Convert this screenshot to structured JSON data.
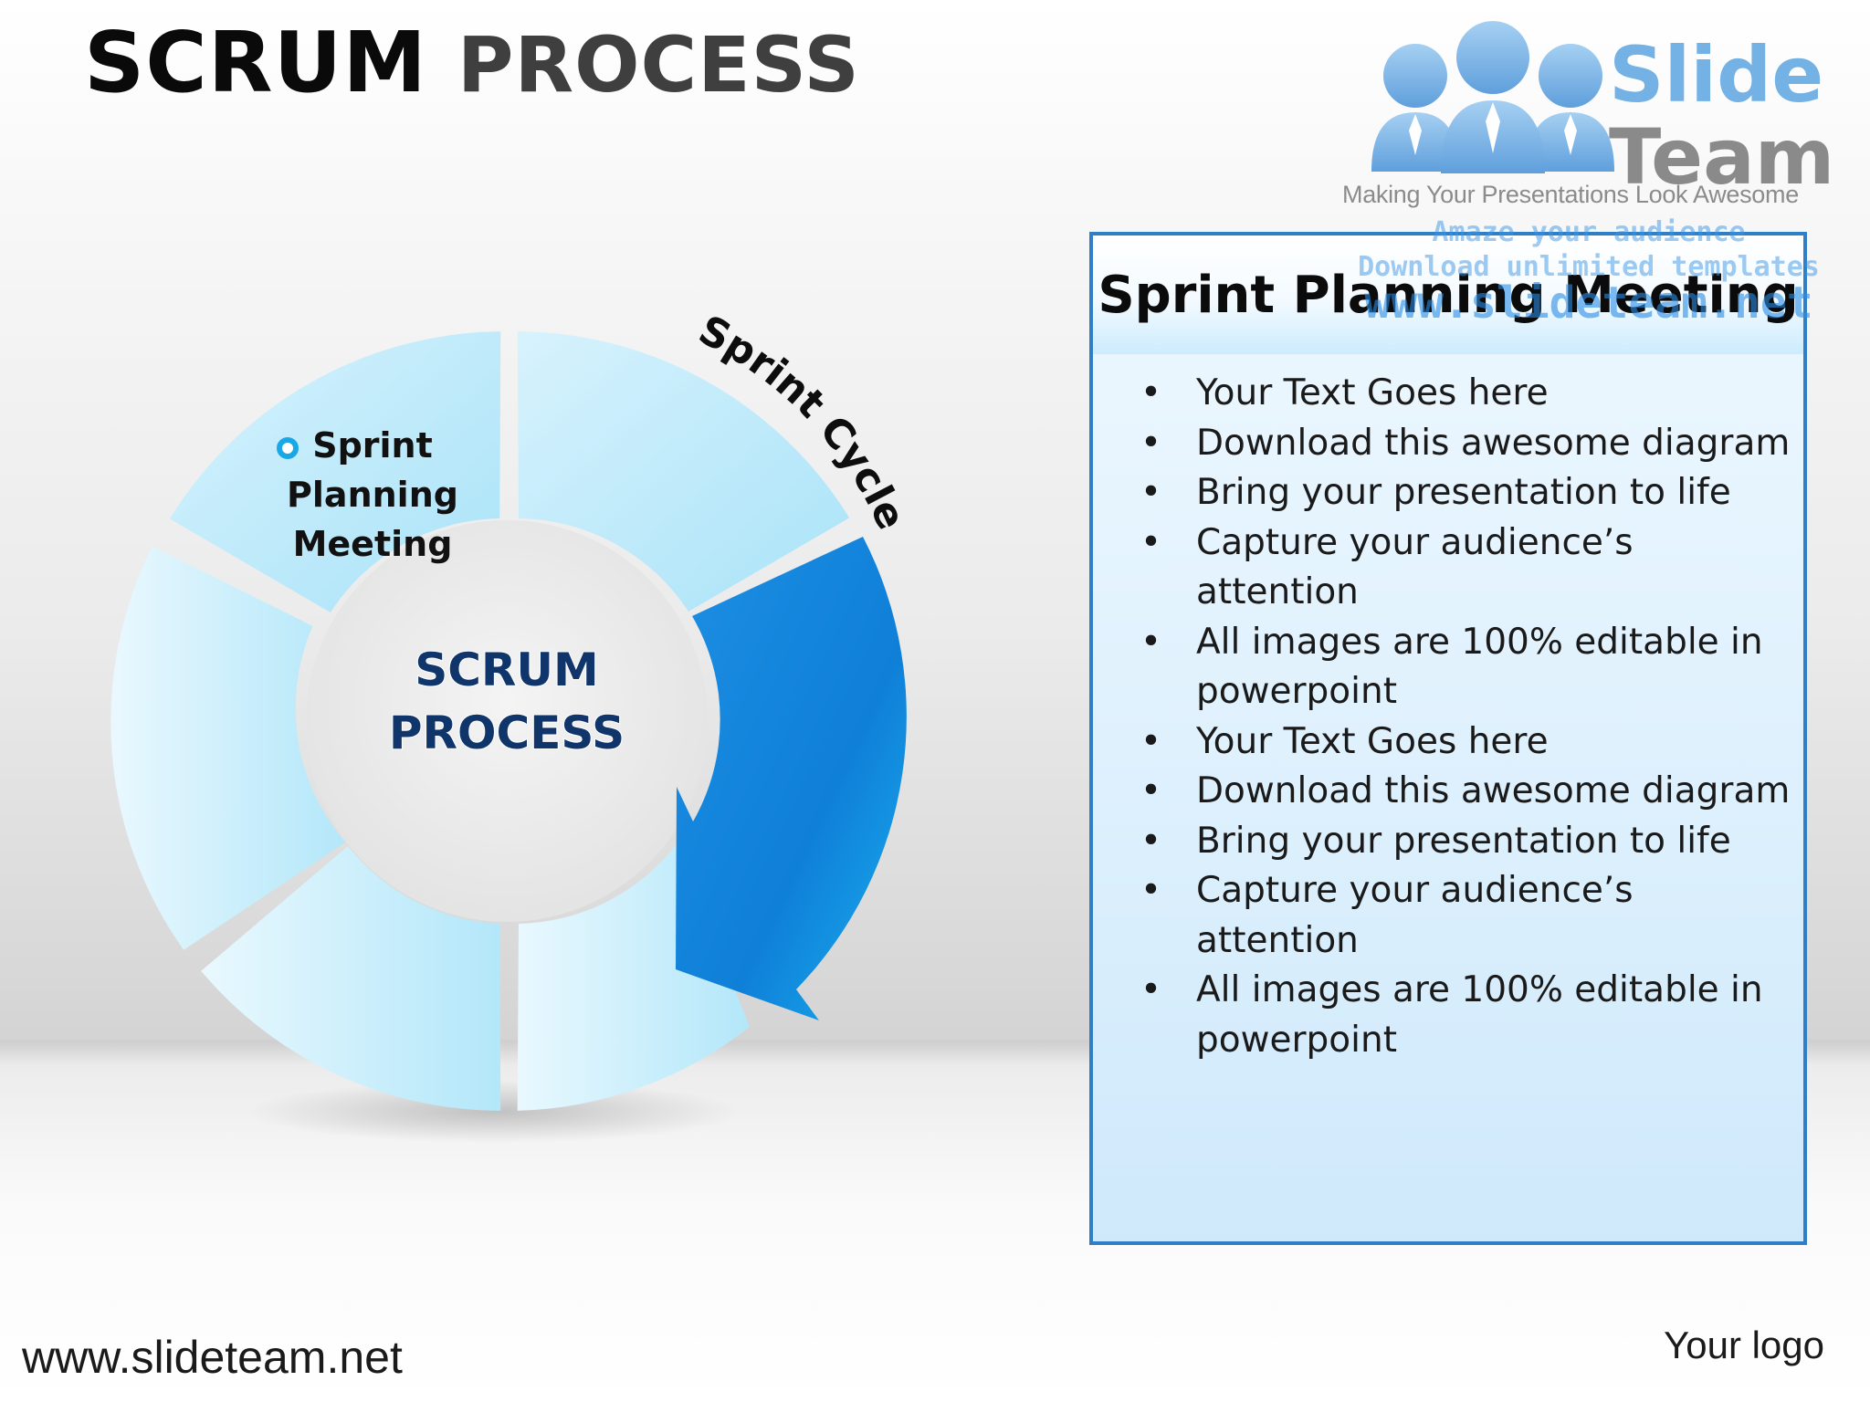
{
  "title": {
    "part1": "SCRUM",
    "part2": "PROCESS"
  },
  "brand": {
    "name_line1": "Slide",
    "name_line2": "Team",
    "tagline": "Making Your Presentations Look Awesome",
    "watermark": [
      "Amaze your audience",
      "Download unlimited templates",
      "www.slideteam.net"
    ]
  },
  "diagram": {
    "center_line1": "SCRUM",
    "center_line2": "PROCESS",
    "segment_label": [
      "Sprint",
      "Planning",
      "Meeting"
    ],
    "arc_label": "Sprint Cycle",
    "colors": {
      "segment": "#bfe9fb",
      "arrow": "#0f7fd8",
      "bullet": "#1aa7e6"
    }
  },
  "info_box": {
    "title": "Sprint Planning Meeting",
    "bullets": [
      "Your Text Goes here",
      "Download this awesome diagram",
      "Bring your presentation to life",
      "Capture your audience’s attention",
      "All images are 100% editable in powerpoint",
      "Your Text Goes here",
      "Download this awesome diagram",
      "Bring your presentation to life",
      "Capture your audience’s attention",
      "All images are 100% editable in powerpoint"
    ]
  },
  "footer": {
    "url": "www.slideteam.net",
    "logo_text": "Your logo"
  }
}
